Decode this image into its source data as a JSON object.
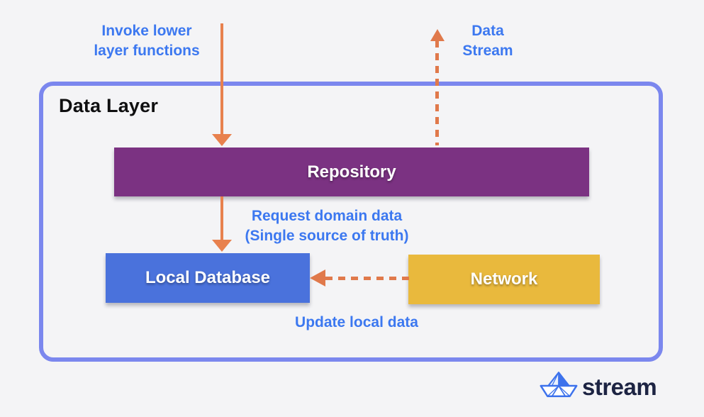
{
  "container": {
    "title": "Data Layer"
  },
  "nodes": {
    "repository": {
      "label": "Repository",
      "color": "#7B3282"
    },
    "local_database": {
      "label": "Local Database",
      "color": "#4A72DC"
    },
    "network": {
      "label": "Network",
      "color": "#E9B93D"
    }
  },
  "annotations": {
    "invoke": {
      "line1": "Invoke lower",
      "line2": "layer functions"
    },
    "data_stream": {
      "line1": "Data",
      "line2": "Stream"
    },
    "request": {
      "line1": "Request domain data",
      "line2": "(Single source of truth)"
    },
    "update": {
      "text": "Update local data"
    }
  },
  "edges": [
    {
      "from": "upper-layer",
      "to": "repository",
      "style": "solid",
      "direction": "down",
      "label": "Invoke lower layer functions"
    },
    {
      "from": "repository",
      "to": "upper-layer",
      "style": "dashed",
      "direction": "up",
      "label": "Data Stream"
    },
    {
      "from": "repository",
      "to": "local_database",
      "style": "solid",
      "direction": "down",
      "label": "Request domain data (Single source of truth)"
    },
    {
      "from": "network",
      "to": "local_database",
      "style": "dashed",
      "direction": "left",
      "label": "Update local data"
    }
  ],
  "logo": {
    "text": "stream",
    "icon": "paper-boat-icon",
    "text_color": "#1D2443",
    "icon_color": "#3D72EC"
  },
  "colors": {
    "background": "#F4F4F6",
    "container_border": "#7B87EE",
    "annotation_blue": "#3C78F0",
    "arrow_orange": "#E8814E",
    "title_black": "#0F0F10",
    "node_text": "#FFFFFF"
  }
}
